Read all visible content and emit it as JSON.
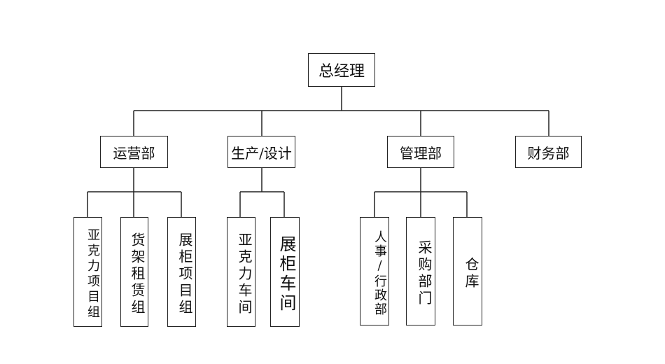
{
  "top": "总经理",
  "departments": [
    {
      "label": "运营部",
      "teams": [
        "亚克力项目组",
        "货架租赁组",
        "展柜项目组"
      ]
    },
    {
      "label": "生产/设计",
      "teams": [
        "亚克力车间",
        "展柜车间"
      ]
    },
    {
      "label": "管理部",
      "teams": [
        "人事/行政部",
        "采购部门",
        "仓库"
      ]
    },
    {
      "label": "财务部",
      "teams": []
    }
  ]
}
